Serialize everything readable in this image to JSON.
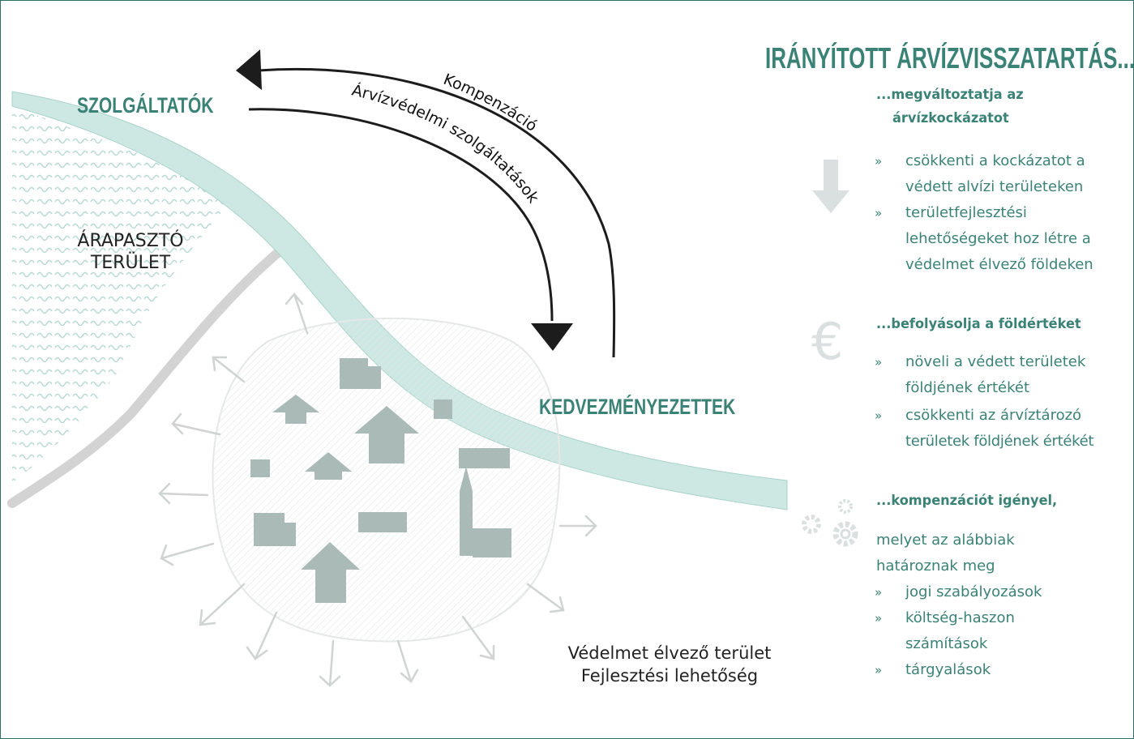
{
  "diagram": {
    "left_area_label_line1": "ÁRAPASZTÓ",
    "left_area_label_line2": "TERÜLET",
    "providers_label": "SZOLGÁLTATÓK",
    "beneficiaries_label": "KEDVEZMÉNYEZETTEK",
    "arrow_outer_label": "Kompenzáció",
    "arrow_inner_label": "Árvízvédelmi szolgáltatások",
    "protected_area_line1": "Védelmet élvező terület",
    "protected_area_line2": "Fejlesztési lehetőség"
  },
  "panel": {
    "heading": "IRÁNYÍTOTT ÁRVÍZVISSZATARTÁS...",
    "sections": [
      {
        "icon": "down-arrow-icon",
        "title_line1": "...megváltoztatja az",
        "title_line2": "árvízkockázatot",
        "bullets": [
          {
            "lines": [
              "csökkenti a kockázatot a",
              "védett alvízi területeken"
            ]
          },
          {
            "lines": [
              "területfejlesztési",
              "lehetőségeket hoz létre a",
              "védelmet élvező földeken"
            ]
          }
        ]
      },
      {
        "icon": "euro-icon",
        "title_line1": "...befolyásolja a földértéket",
        "bullets": [
          {
            "lines": [
              "növeli a védett területek",
              "földjének értékét"
            ]
          },
          {
            "lines": [
              "csökkenti az árvíztározó",
              "területek földjének értékét"
            ]
          }
        ]
      },
      {
        "icon": "gears-icon",
        "title_line1": "...kompenzációt igényel,",
        "intro_line1": "melyet az alábbiak",
        "intro_line2": "határoznak meg",
        "bullets": [
          {
            "lines": [
              "jogi szabályozások"
            ]
          },
          {
            "lines": [
              "költség-haszon",
              "számítások"
            ]
          },
          {
            "lines": [
              "tárgyalások"
            ]
          }
        ]
      }
    ],
    "bullet_mark": "»"
  },
  "colors": {
    "teal_text": "#3b8276",
    "river": "#cde7e2",
    "river_edge": "#a9d3cc",
    "gray_icon": "#b9c8c5",
    "building": "#a9bab7",
    "dark_arrow": "#1c1c1c"
  }
}
